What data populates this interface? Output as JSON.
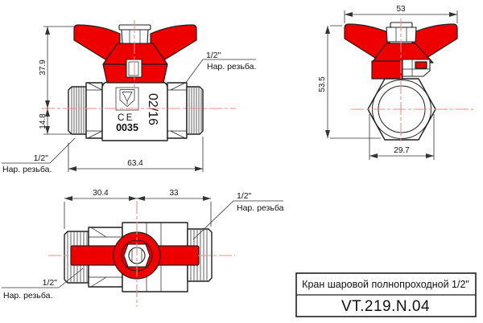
{
  "title_block": {
    "product_name": "Кран шаровой полнопроходной 1/2\"",
    "article": "VT.219.N.04"
  },
  "front_view": {
    "dim_upper_height": "37.9",
    "dim_lower_height": "14.8",
    "dim_length": "63.4",
    "date_code": "02/16",
    "ce_mark": "CE",
    "cert_number": "0035",
    "logo_icon": "valtec-shield-logo",
    "label_right": {
      "size": "1/2\"",
      "thread": "Нар. резьба."
    },
    "label_left": {
      "size": "1/2\"",
      "thread": "Нар. резьба."
    }
  },
  "side_view": {
    "dim_width": "53",
    "dim_height": "53.5",
    "dim_across_flats": "29.7"
  },
  "top_view": {
    "dim_left_length": "30.4",
    "dim_right_length": "33",
    "label_right": {
      "size": "1/2\"",
      "thread": "Нар. резьба"
    },
    "label_left": {
      "size": "1/2\"",
      "thread": "Нар. резьба."
    }
  },
  "colors": {
    "handle_red": "#ee0000",
    "centerline_red": "#f58a8a",
    "line_dark": "#1f1f1f"
  }
}
